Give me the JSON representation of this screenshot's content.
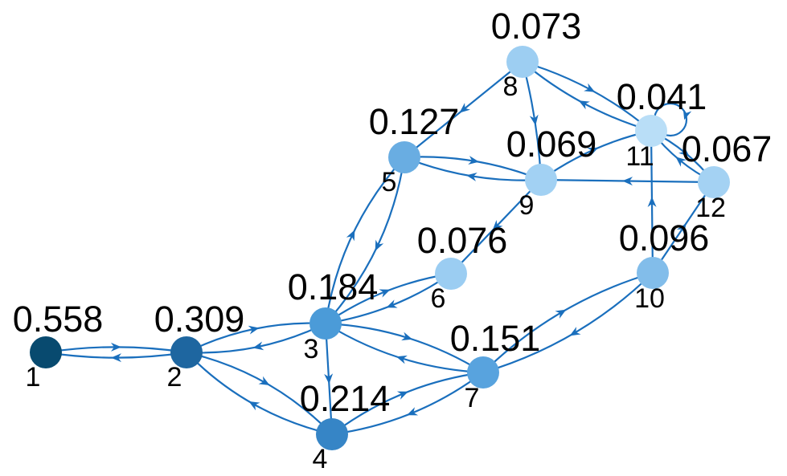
{
  "graph": {
    "edge_color": "#1a6fbd",
    "nodes": [
      {
        "id": "1",
        "label": "1",
        "value": "0.558",
        "color": "#084a6f"
      },
      {
        "id": "2",
        "label": "2",
        "value": "0.309",
        "color": "#1e66a0"
      },
      {
        "id": "3",
        "label": "3",
        "value": "0.184",
        "color": "#4b9bd8"
      },
      {
        "id": "4",
        "label": "4",
        "value": "0.214",
        "color": "#3685c6"
      },
      {
        "id": "5",
        "label": "5",
        "value": "0.127",
        "color": "#69ade2"
      },
      {
        "id": "6",
        "label": "6",
        "value": "0.076",
        "color": "#9bcdf2"
      },
      {
        "id": "7",
        "label": "7",
        "value": "0.151",
        "color": "#58a3de"
      },
      {
        "id": "8",
        "label": "8",
        "value": "0.073",
        "color": "#9dcef2"
      },
      {
        "id": "9",
        "label": "9",
        "value": "0.069",
        "color": "#a2d1f3"
      },
      {
        "id": "10",
        "label": "10",
        "value": "0.096",
        "color": "#82bdea"
      },
      {
        "id": "11",
        "label": "11",
        "value": "0.041",
        "color": "#b9def7"
      },
      {
        "id": "12",
        "label": "12",
        "value": "0.067",
        "color": "#a4d2f3"
      }
    ],
    "edges": [
      {
        "from": "1",
        "to": "2"
      },
      {
        "from": "2",
        "to": "1"
      },
      {
        "from": "2",
        "to": "3"
      },
      {
        "from": "3",
        "to": "2"
      },
      {
        "from": "2",
        "to": "4"
      },
      {
        "from": "4",
        "to": "2"
      },
      {
        "from": "3",
        "to": "4"
      },
      {
        "from": "3",
        "to": "5"
      },
      {
        "from": "5",
        "to": "3"
      },
      {
        "from": "3",
        "to": "6"
      },
      {
        "from": "6",
        "to": "3"
      },
      {
        "from": "3",
        "to": "7"
      },
      {
        "from": "7",
        "to": "3"
      },
      {
        "from": "4",
        "to": "7"
      },
      {
        "from": "7",
        "to": "4"
      },
      {
        "from": "7",
        "to": "10"
      },
      {
        "from": "10",
        "to": "7"
      },
      {
        "from": "9",
        "to": "6"
      },
      {
        "from": "5",
        "to": "9"
      },
      {
        "from": "9",
        "to": "5"
      },
      {
        "from": "8",
        "to": "5"
      },
      {
        "from": "8",
        "to": "9"
      },
      {
        "from": "8",
        "to": "11"
      },
      {
        "from": "11",
        "to": "8"
      },
      {
        "from": "9",
        "to": "11"
      },
      {
        "from": "12",
        "to": "9"
      },
      {
        "from": "11",
        "to": "11"
      },
      {
        "from": "11",
        "to": "12"
      },
      {
        "from": "12",
        "to": "11"
      },
      {
        "from": "10",
        "to": "11"
      },
      {
        "from": "10",
        "to": "12"
      }
    ]
  }
}
